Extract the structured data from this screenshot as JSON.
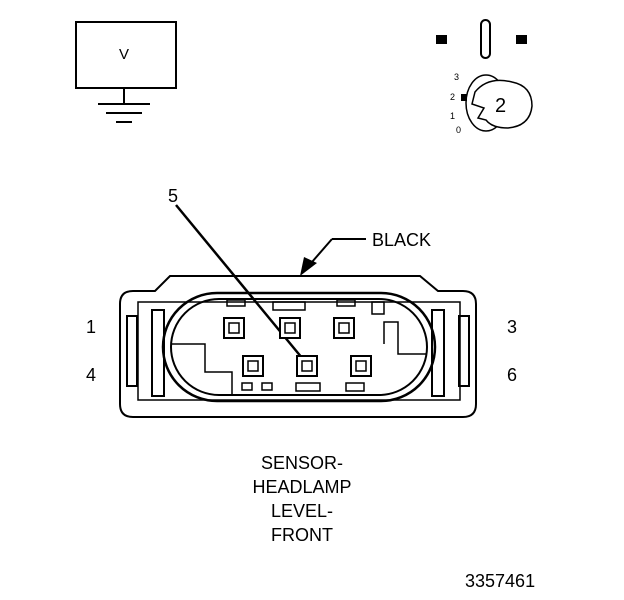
{
  "meter": {
    "label": "V"
  },
  "key_position": {
    "selected": "2",
    "steps": [
      "3",
      "2",
      "1",
      "0"
    ]
  },
  "connector": {
    "color_label": "BLACK",
    "pin_callout": "5",
    "left_pins": [
      "1",
      "4"
    ],
    "right_pins": [
      "3",
      "6"
    ]
  },
  "caption": {
    "lines": [
      "SENSOR-",
      "HEADLAMP",
      "LEVEL-",
      "FRONT"
    ]
  },
  "figure_number": "3357461"
}
